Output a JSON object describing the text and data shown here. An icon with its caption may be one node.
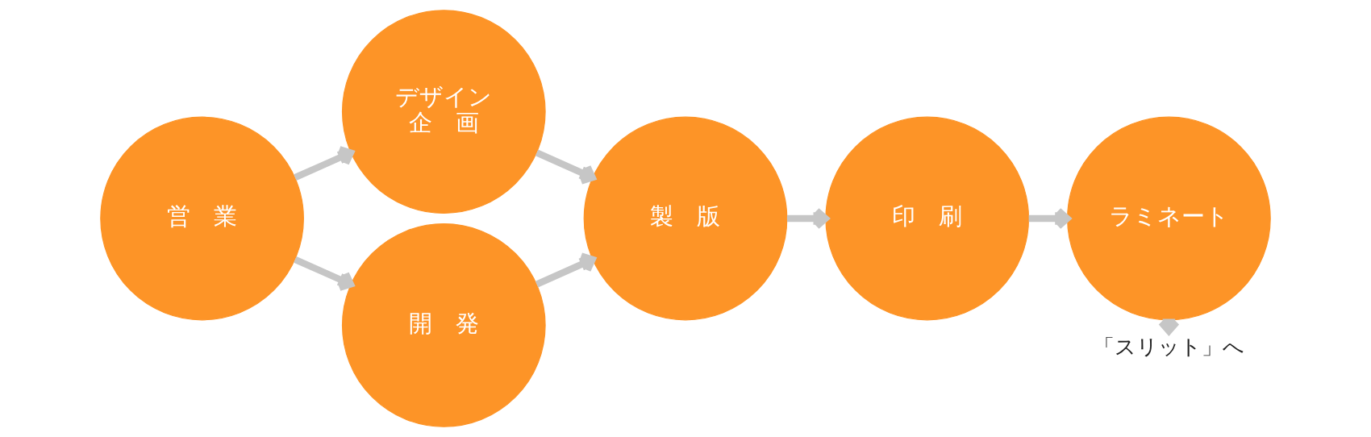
{
  "diagram": {
    "nodes": [
      {
        "text": [
          "営　業"
        ]
      },
      {
        "text": [
          "デザイン",
          "企　画"
        ]
      },
      {
        "text": [
          "開　発"
        ]
      },
      {
        "text": [
          "製　版"
        ]
      },
      {
        "text": [
          "印　刷"
        ]
      },
      {
        "text": [
          "ラミネート"
        ]
      },
      {
        "text": [
          "「スリット」へ"
        ]
      }
    ],
    "edges": [
      {
        "from": 0,
        "to": 1,
        "arrow": "to"
      },
      {
        "from": 0,
        "to": 2,
        "arrow": "to"
      },
      {
        "from": 1,
        "to": 3,
        "arrow": "to"
      },
      {
        "from": 2,
        "to": 3,
        "arrow": "to"
      },
      {
        "from": 3,
        "to": 4,
        "arrow": "to"
      },
      {
        "from": 4,
        "to": 5,
        "arrow": "to"
      },
      {
        "from": 5,
        "to": 6,
        "arrow": "to"
      }
    ]
  }
}
